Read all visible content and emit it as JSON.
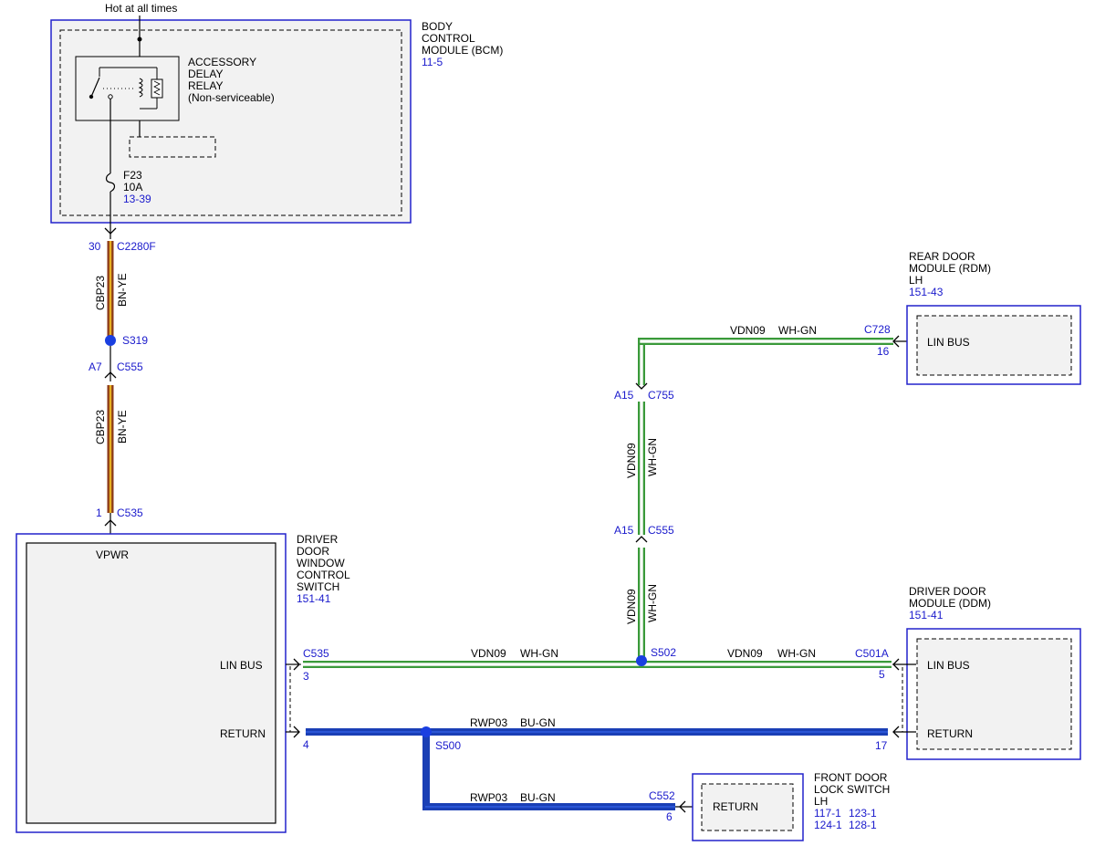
{
  "colors": {
    "module_border": "#2222cc",
    "module_fill": "#f2f2f2",
    "reference_text": "#1a1acc",
    "splice_dot": "#1a3fe0",
    "wire_bn_ye_brown": "#8b3a1a",
    "wire_bn_ye_yellow": "#e8b020",
    "wire_wh_gn_green": "#3a9a3a",
    "wire_bu_gn_blue": "#1a3fb5"
  },
  "top_label": "Hot at all times",
  "bcm": {
    "title_lines": [
      "BODY",
      "CONTROL",
      "MODULE (BCM)"
    ],
    "ref": "11-5",
    "relay_lines": [
      "ACCESSORY",
      "DELAY",
      "RELAY",
      "(Non-serviceable)"
    ],
    "fuse_lines": [
      "F23",
      "10A"
    ],
    "fuse_ref": "13-39"
  },
  "connectors": {
    "bcm_pin": "30",
    "bcm_conn": "C2280F",
    "s319": "S319",
    "c555_upper_pin": "A7",
    "c555_upper_conn": "C555",
    "switch_pin": "1",
    "switch_conn": "C535",
    "c755_pin": "A15",
    "c755_conn": "C755",
    "c555_right_pin": "A15",
    "c555_right_conn": "C555",
    "c728_conn": "C728",
    "c728_pin": "16",
    "c535_lin_conn": "C535",
    "c535_lin_pin": "3",
    "c535_ret_pin": "4",
    "s502": "S502",
    "s500": "S500",
    "c501a_conn": "C501A",
    "c501a_lin_pin": "5",
    "c501a_ret_pin": "17",
    "c552_conn": "C552",
    "c552_pin": "6"
  },
  "wires": {
    "cbp23_circuit": "CBP23",
    "cbp23_color": "BN-YE",
    "vdn09_circuit": "VDN09",
    "vdn09_color": "WH-GN",
    "rwp03_circuit": "RWP03",
    "rwp03_color": "BU-GN"
  },
  "rdm": {
    "title_lines": [
      "REAR DOOR",
      "MODULE (RDM)",
      "LH"
    ],
    "ref": "151-43",
    "pin_label": "LIN BUS"
  },
  "switch": {
    "title_lines": [
      "DRIVER",
      "DOOR",
      "WINDOW",
      "CONTROL",
      "SWITCH"
    ],
    "ref": "151-41",
    "vpwr": "VPWR",
    "lin_label": "LIN BUS",
    "return_label": "RETURN"
  },
  "ddm": {
    "title_lines": [
      "DRIVER DOOR",
      "MODULE (DDM)"
    ],
    "ref": "151-41",
    "lin_label": "LIN BUS",
    "return_label": "RETURN"
  },
  "lock_switch": {
    "title_lines": [
      "FRONT DOOR",
      "LOCK SWITCH",
      "LH"
    ],
    "refs_row1": [
      "117-1",
      "123-1"
    ],
    "refs_row2": [
      "124-1",
      "128-1"
    ],
    "pin_label": "RETURN"
  }
}
